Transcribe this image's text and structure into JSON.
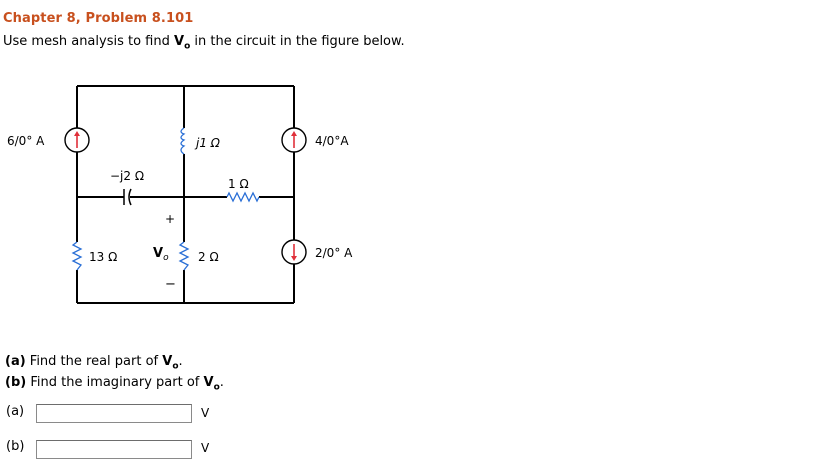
{
  "header": {
    "title": "Chapter 8, Problem 8.101",
    "prompt_pre": "Use mesh analysis to find ",
    "prompt_var": "V",
    "prompt_sub": "o",
    "prompt_post": " in the circuit in the figure below."
  },
  "circuit": {
    "src_left": "6/0° A",
    "src_top_right": "4/0°A",
    "src_bottom_right": "2/0° A",
    "inductor": "j1 Ω",
    "capacitor": "−j2 Ω",
    "resistor_1": "1 Ω",
    "resistor_13": "13 Ω",
    "resistor_2": "2 Ω",
    "vo_label": "V",
    "vo_sub": "o",
    "plus": "+",
    "minus": "−",
    "colors": {
      "wire": "#000000",
      "arrow": "#e0303a",
      "element": "#2a6fd6"
    }
  },
  "questions": {
    "a_prefix": "(a)",
    "a_text": " Find the real part of ",
    "b_prefix": "(b)",
    "b_text": " Find the imaginary part of ",
    "var": "V",
    "sub": "o",
    "end": "."
  },
  "answers": [
    {
      "label": "(a)",
      "value": "",
      "unit": "V"
    },
    {
      "label": "(b)",
      "value": "",
      "unit": "V"
    }
  ]
}
